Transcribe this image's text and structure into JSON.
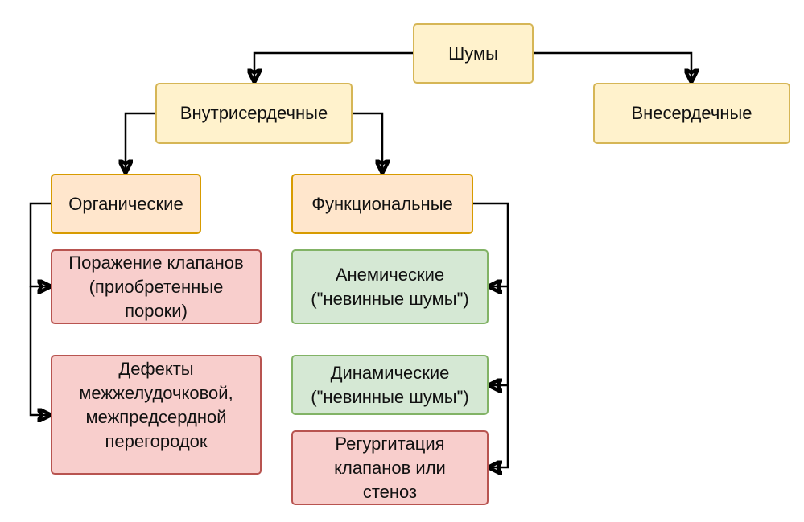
{
  "nodes": {
    "root": "Шумы",
    "intracardiac": "Внутрисердечные",
    "extracardiac": "Внесердечные",
    "organic": "Органические",
    "functional": "Функциональные",
    "valve_lesion": "Поражение клапанов\n(приобретенные\nпороки)",
    "septal_defects": "Дефекты\nмежжелудочковой,\nмежпредсердной\nперегородок",
    "anemic": "Анемические\n(\"невинные шумы\")",
    "dynamic": "Динамические\n(\"невинные шумы\")",
    "regurgitation": "Регургитация\nклапанов или\nстеноз"
  },
  "colors": {
    "yellow_fill": "#fff2cc",
    "yellow_border": "#d6b656",
    "orange_fill": "#ffe6cc",
    "orange_border": "#d79b00",
    "red_fill": "#f8cecc",
    "red_border": "#b85450",
    "green_fill": "#d5e8d4",
    "green_border": "#82b366"
  }
}
